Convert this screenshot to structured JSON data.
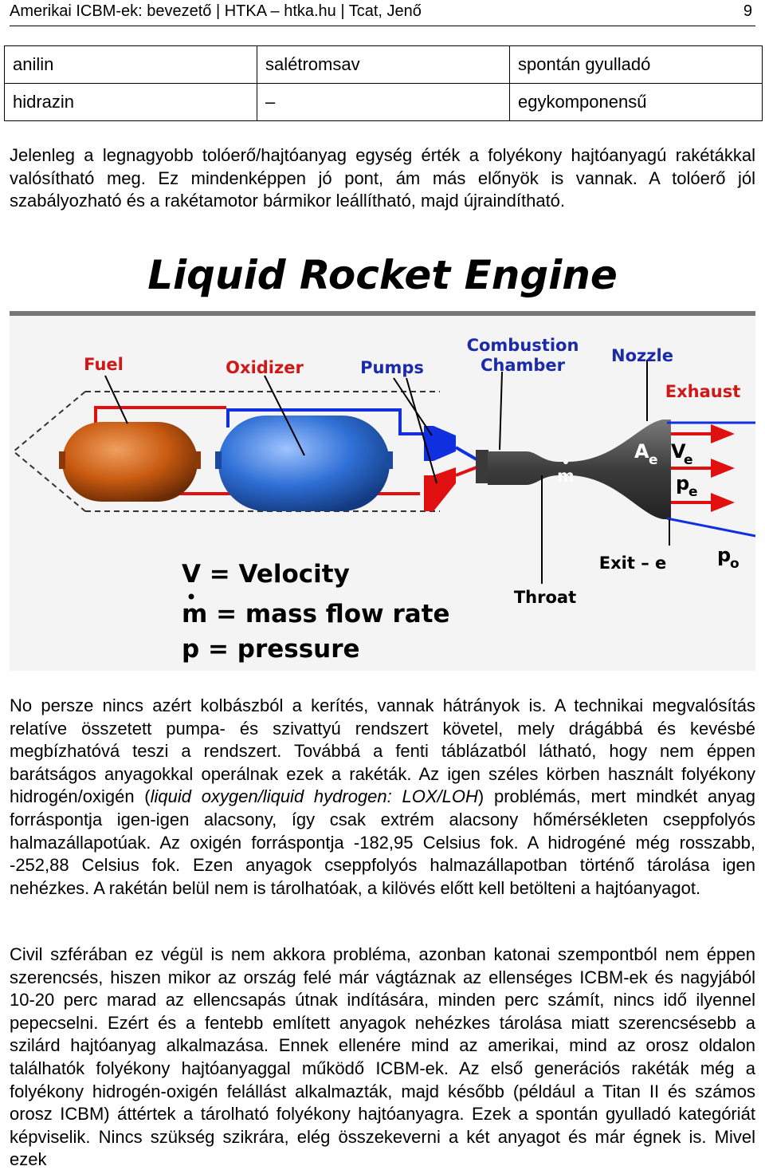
{
  "header": {
    "title": "Amerikai ICBM-ek: bevezető | HTKA – htka.hu | Tcat, Jenő",
    "page_number": "9"
  },
  "table": {
    "rows": [
      [
        "anilin",
        "salétromsav",
        "spontán gyulladó"
      ],
      [
        "hidrazin",
        "–",
        "egykomponensű"
      ]
    ]
  },
  "paragraphs": {
    "p1": "Jelenleg a legnagyobb tolóerő/hajtóanyag egység érték a folyékony hajtóanyagú rakétákkal valósítható meg. Ez mindenképpen jó pont, ám más előnyök is vannak. A tolóerő jól szabályozható és a rakétamotor bármikor leállítható, majd újraindítható.",
    "p2_a": "No persze nincs azért kolbászból a kerítés, vannak hátrányok is. A technikai megvalósítás relatíve összetett pumpa- és szivattyú rendszert követel, mely drágábbá és kevésbé megbízhatóvá teszi a rendszert. Továbbá a fenti táblázatból látható, hogy nem éppen barátságos anyagokkal operálnak ezek a rakéták. Az igen széles körben használt folyékony hidrogén/oxigén (",
    "p2_italic": "liquid oxygen/liquid hydrogen: LOX/LOH",
    "p2_b": ") problémás, mert mindkét anyag forráspontja igen-igen alacsony, így csak extrém alacsony hőmérsékleten cseppfolyós halmazállapotúak. Az oxigén forráspontja -182,95 Celsius fok. A hidrogéné még rosszabb, -252,88 Celsius fok. Ezen anyagok cseppfolyós halmazállapotban történő tárolása igen nehézkes. A rakétán belül nem is tárolhatóak, a kilövés előtt kell betölteni a hajtóanyagot.",
    "p3": "Civil szférában ez végül is nem akkora probléma, azonban katonai szempontból nem éppen szerencsés, hiszen mikor az ország felé már vágtáznak az ellenséges ICBM-ek és nagyjából 10-20 perc marad az ellencsapás útnak indítására, minden perc számít, nincs idő ilyennel pepecselni. Ezért és a fentebb említett anyagok nehézkes tárolása miatt szerencsésebb a szilárd hajtóanyag alkalmazása. Ennek ellenére mind az amerikai, mind az orosz oldalon találhatók folyékony hajtóanyaggal működő ICBM-ek. Az első generációs rakéták még a folyékony hidrogén-oxigén felállást alkalmazták, majd később (például a Titan II és számos orosz ICBM) áttértek a tárolható folyékony hajtóanyagra. Ezek a spontán gyulladó kategóriát képviselik. Nincs szükség szikrára, elég összekeverni a két anyagot és már égnek is. Mivel ezek"
  },
  "figure": {
    "title": "Liquid Rocket Engine",
    "labels": {
      "fuel": "Fuel",
      "oxidizer": "Oxidizer",
      "pumps": "Pumps",
      "combustion1": "Combustion",
      "combustion2": "Chamber",
      "nozzle": "Nozzle",
      "exhaust": "Exhaust",
      "throat": "Throat",
      "exit": "Exit – e",
      "mdot": "m",
      "ae": "A",
      "ae_sub": "e",
      "ve": "V",
      "ve_sub": "e",
      "pe": "p",
      "pe_sub": "e",
      "po": "p",
      "po_sub": "o"
    },
    "legend": {
      "v": "V =  Velocity",
      "m": "m =  mass flow rate",
      "p": "p =  pressure"
    },
    "colors": {
      "fuel": "#c85a10",
      "oxidizer": "#2f6fd6",
      "red_line": "#e01010",
      "blue_line": "#1030e0",
      "label_red": "#d01818",
      "label_blue": "#1a2aa8",
      "engine": "#4a4a4a"
    }
  }
}
